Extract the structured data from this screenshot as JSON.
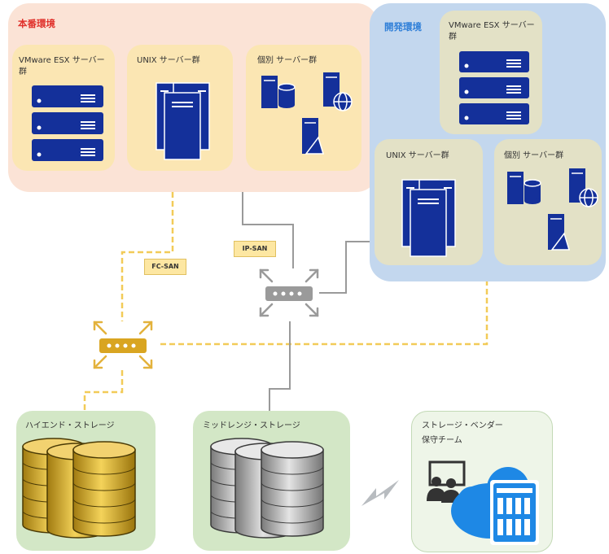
{
  "production": {
    "title": "本番環境",
    "groups": [
      "VMware ESX サーバー群",
      "UNIX サーバー群",
      "個別 サーバー群"
    ]
  },
  "development": {
    "title": "開発環境",
    "groups": [
      "VMware ESX サーバー群",
      "UNIX サーバー群",
      "個別 サーバー群"
    ]
  },
  "links": {
    "fc_san": "FC-SAN",
    "ip_san": "IP-SAN"
  },
  "storage": {
    "high_end": "ハイエンド・ストレージ",
    "mid_range": "ミッドレンジ・ストレージ"
  },
  "vendor": {
    "line1": "ストレージ・ベンダー",
    "line2": "保守チーム"
  },
  "colors": {
    "production_bg": "#fbe3d6",
    "development_bg": "#c3d7ee",
    "prod_card": "#fbe6b3",
    "dev_card": "#e3e1c6",
    "storage_card": "#d3e7c6",
    "server_blue": "#14309a",
    "fc_line": "#f2cb58",
    "ip_line": "#9a9a9a"
  }
}
